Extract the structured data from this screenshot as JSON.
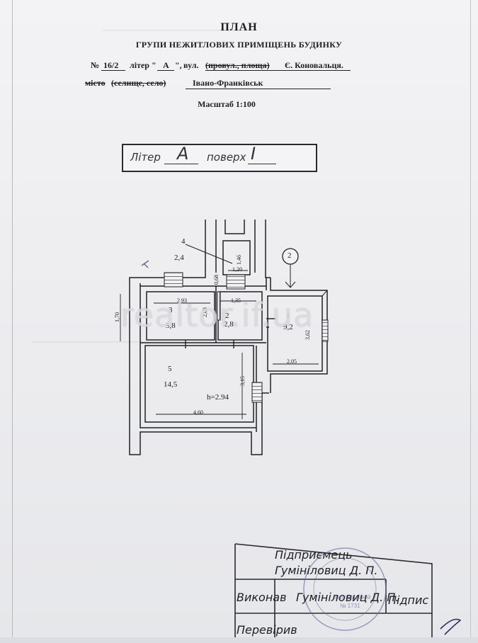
{
  "header": {
    "title": "ПЛАН",
    "subtitle": "ГРУПИ НЕЖИТЛОВИХ ПРИМІЩЕНЬ БУДИНКУ",
    "no_label": "№",
    "no_value": "16/2",
    "liter_label": "літер \"",
    "liter_value": "А",
    "liter_close": "\",",
    "street_label": "вул.",
    "street_struck": "(провул., площа)",
    "street_value": "Є. Коновальця.",
    "city_label_struck": "місто",
    "city_struck": "(селище, село)",
    "city_value": "Івано-Франківськ",
    "scale": "Масштаб 1:100"
  },
  "liter_box": {
    "liter_label": "Літер",
    "liter_value": "А",
    "floor_label": "поверх",
    "floor_value": "I"
  },
  "plan": {
    "rooms": [
      {
        "num": "4",
        "area": "2,4"
      },
      {
        "num": "3",
        "area": "5,8"
      },
      {
        "num": "2",
        "area": "2,8"
      },
      {
        "num": "1",
        "area": "9,2"
      },
      {
        "num": "5",
        "area": "14,5"
      }
    ],
    "height": "h=2.94",
    "dims": {
      "d146": "1,46",
      "d120": "1,20",
      "d068": "0,68",
      "d293": "2,93",
      "d203": "2,03",
      "d135": "1,35",
      "d170": "1,70",
      "d315": "3,15",
      "d460": "4,60",
      "d205": "2,05",
      "d362": "3,62"
    },
    "axis_marker": "2"
  },
  "watermark": "realtor.if.ua",
  "stamp": {
    "entrepreneur_label": "Підприємець",
    "entrepreneur_name": "Гумініловиц Д. П.",
    "performed_label": "Виконав",
    "performed_name": "Гумініловиц Д. П.",
    "signature_label": "Підпис",
    "checked_label": "Перевірив"
  },
  "colors": {
    "ink": "#1c1d22",
    "hatch": "#3a3b40",
    "watermark": "#ffffff"
  }
}
